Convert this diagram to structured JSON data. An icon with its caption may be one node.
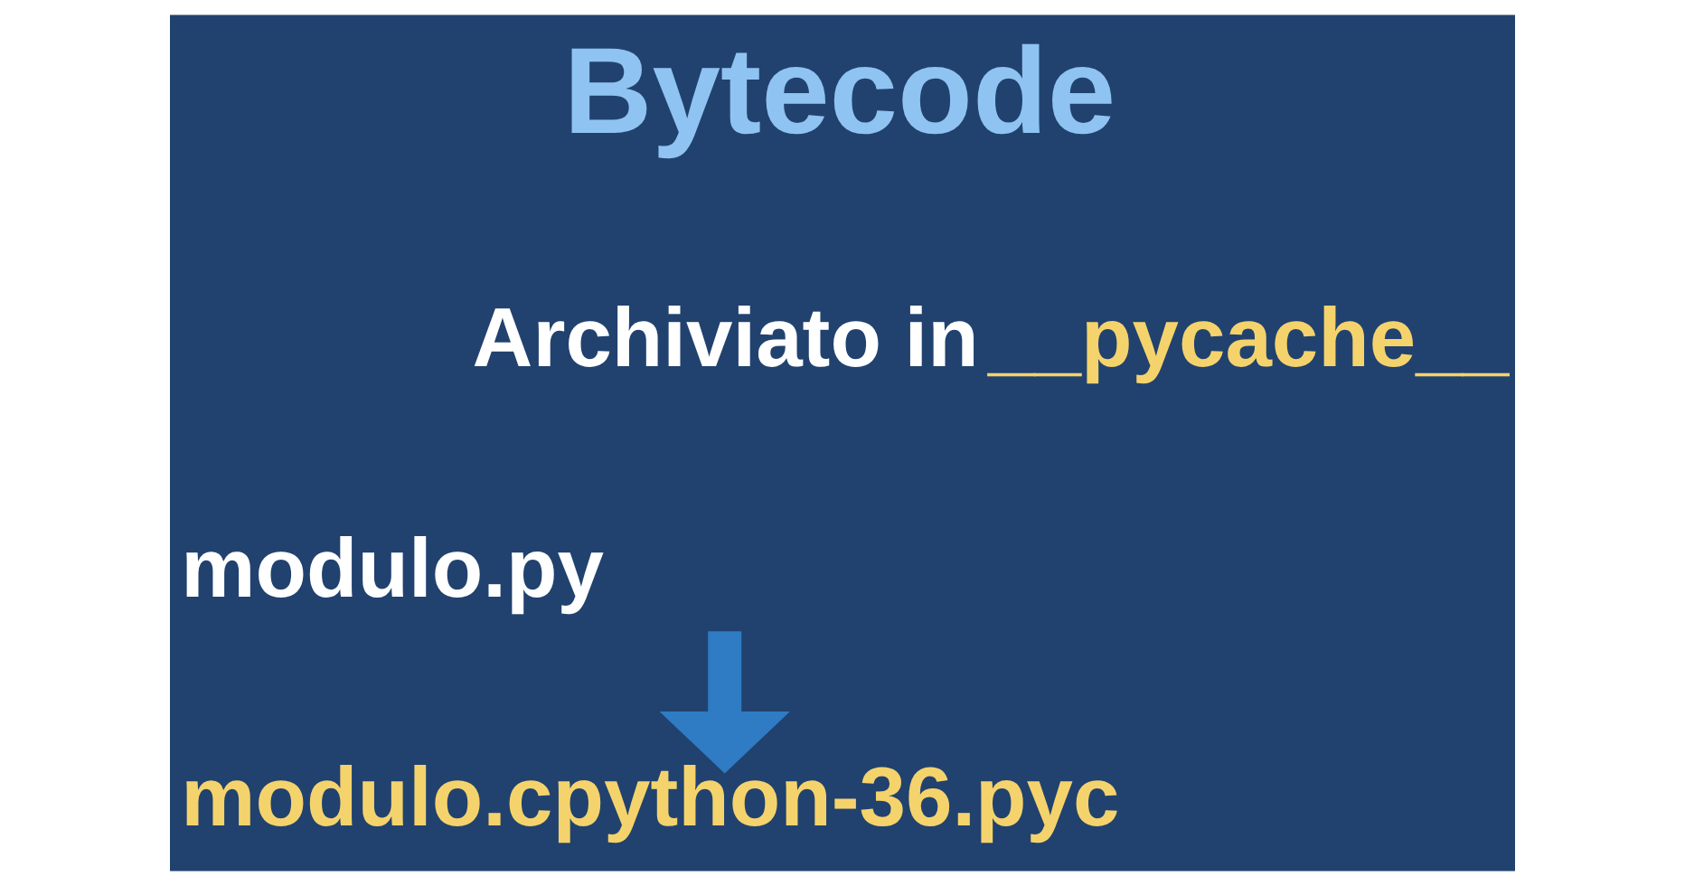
{
  "diagram": {
    "title": "Bytecode",
    "nodes": [
      {
        "text": [
          "modulo.py"
        ]
      },
      {
        "text": [
          "modulo.cpython-36.pyc"
        ]
      }
    ],
    "edges": [
      {
        "from": 0,
        "to": 1,
        "arrow": "to"
      }
    ],
    "labels": [
      "Archiviato in",
      "__pycache__"
    ]
  }
}
